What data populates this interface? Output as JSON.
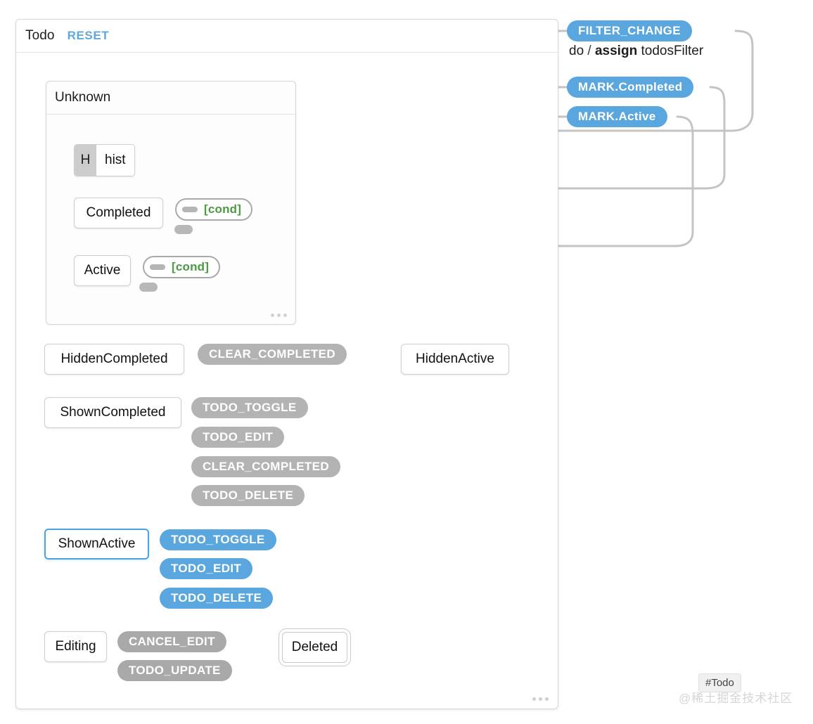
{
  "machine": {
    "title": "Todo",
    "reset_label": "RESET",
    "overflow_label": "•••"
  },
  "compound_state": {
    "name": "Unknown",
    "overflow_label": "•••"
  },
  "history_node": {
    "badge": "H",
    "label": "hist"
  },
  "states": [
    {
      "id": "completed",
      "label": "Completed",
      "kind": "atomic"
    },
    {
      "id": "active",
      "label": "Active",
      "kind": "atomic"
    },
    {
      "id": "hidden_completed",
      "label": "HiddenCompleted",
      "kind": "atomic"
    },
    {
      "id": "hidden_active",
      "label": "HiddenActive",
      "kind": "atomic"
    },
    {
      "id": "shown_completed",
      "label": "ShownCompleted",
      "kind": "atomic"
    },
    {
      "id": "shown_active",
      "label": "ShownActive",
      "kind": "atomic-active"
    },
    {
      "id": "editing",
      "label": "Editing",
      "kind": "atomic"
    },
    {
      "id": "deleted",
      "label": "Deleted",
      "kind": "final"
    }
  ],
  "events": {
    "filter_change": "FILTER_CHANGE",
    "mark_completed": "MARK.Completed",
    "mark_active": "MARK.Active",
    "clear_completed_1": "CLEAR_COMPLETED",
    "todo_toggle_gray": "TODO_TOGGLE",
    "todo_edit_gray": "TODO_EDIT",
    "clear_completed_2": "CLEAR_COMPLETED",
    "todo_delete_gray": "TODO_DELETE",
    "todo_toggle_blue": "TODO_TOGGLE",
    "todo_edit_blue": "TODO_EDIT",
    "todo_delete_blue": "TODO_DELETE",
    "cancel_edit": "CANCEL_EDIT",
    "todo_update": "TODO_UPDATE"
  },
  "guards": {
    "completed_cond": "[cond]",
    "active_cond": "[cond]"
  },
  "actions": {
    "filter_change_action": {
      "do": "do",
      "slash": "/",
      "keyword": "assign",
      "target": "todosFilter"
    }
  },
  "corner": {
    "badge": "#Todo",
    "watermark": "@稀土掘金技术社区"
  },
  "colors": {
    "event_blue": "#5aa6de",
    "event_gray": "#b3b3b3",
    "guard_green": "#4b9b43",
    "active_border": "#4da2e0",
    "reset_link": "#5fa8de",
    "edge_stroke": "#c4c4c4"
  }
}
